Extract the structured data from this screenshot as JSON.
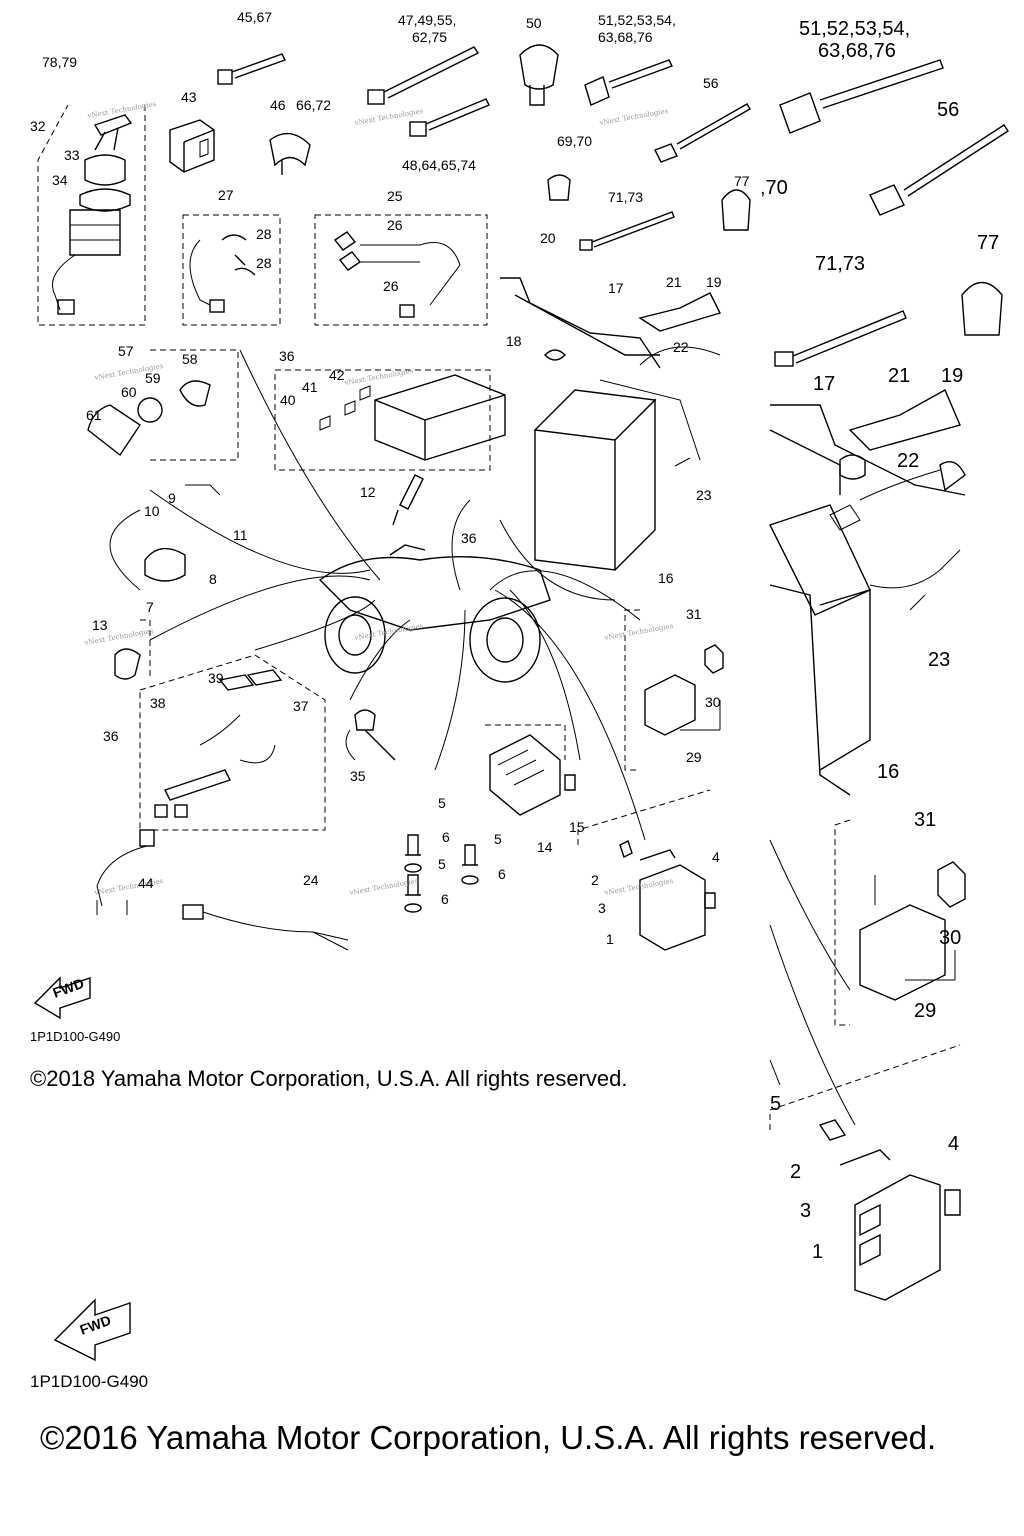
{
  "diagram": {
    "callouts_overview": [
      "45,67",
      "47,49,55,",
      "62,75",
      "50",
      "51,52,53,54,",
      "63,68,76",
      "78,79",
      "43",
      "46",
      "66,72",
      "56",
      "48,64,65,74",
      "69,70",
      "32",
      "33",
      "34",
      "27",
      "28",
      "28",
      "25",
      "26",
      "26",
      "77",
      "71,73",
      "20",
      "17",
      "21",
      "19",
      "18",
      "22",
      "57",
      "58",
      "59",
      "60",
      "61",
      "36",
      "42",
      "41",
      "40",
      "12",
      "23",
      "9",
      "10",
      "11",
      "8",
      "7",
      "36",
      "16",
      "13",
      "31",
      "39",
      "38",
      "37",
      "36",
      "30",
      "29",
      "35",
      "5",
      "15",
      "6",
      "5",
      "14",
      "5",
      "6",
      "4",
      "6",
      "2",
      "3",
      "1",
      "44",
      "24"
    ],
    "callouts_zoom": [
      "51,52,53,54,",
      "63,68,76",
      "56",
      ",70",
      "77",
      "71,73",
      "17",
      "21",
      "19",
      "22",
      "23",
      "16",
      "31",
      "30",
      "29",
      "5",
      "4",
      "2",
      "3",
      "1"
    ],
    "watermark": "vNext Technologies",
    "fwd_label": "FWD",
    "diagram_code_1": "1P1D100-G490",
    "copyright_1": "©2018 Yamaha Motor Corporation, U.S.A. All rights reserved.",
    "fwd_label_2": "FWD",
    "diagram_code_2": "1P1D100-G490",
    "copyright_2": "©2016 Yamaha Motor Corporation, U.S.A. All rights reserved."
  }
}
